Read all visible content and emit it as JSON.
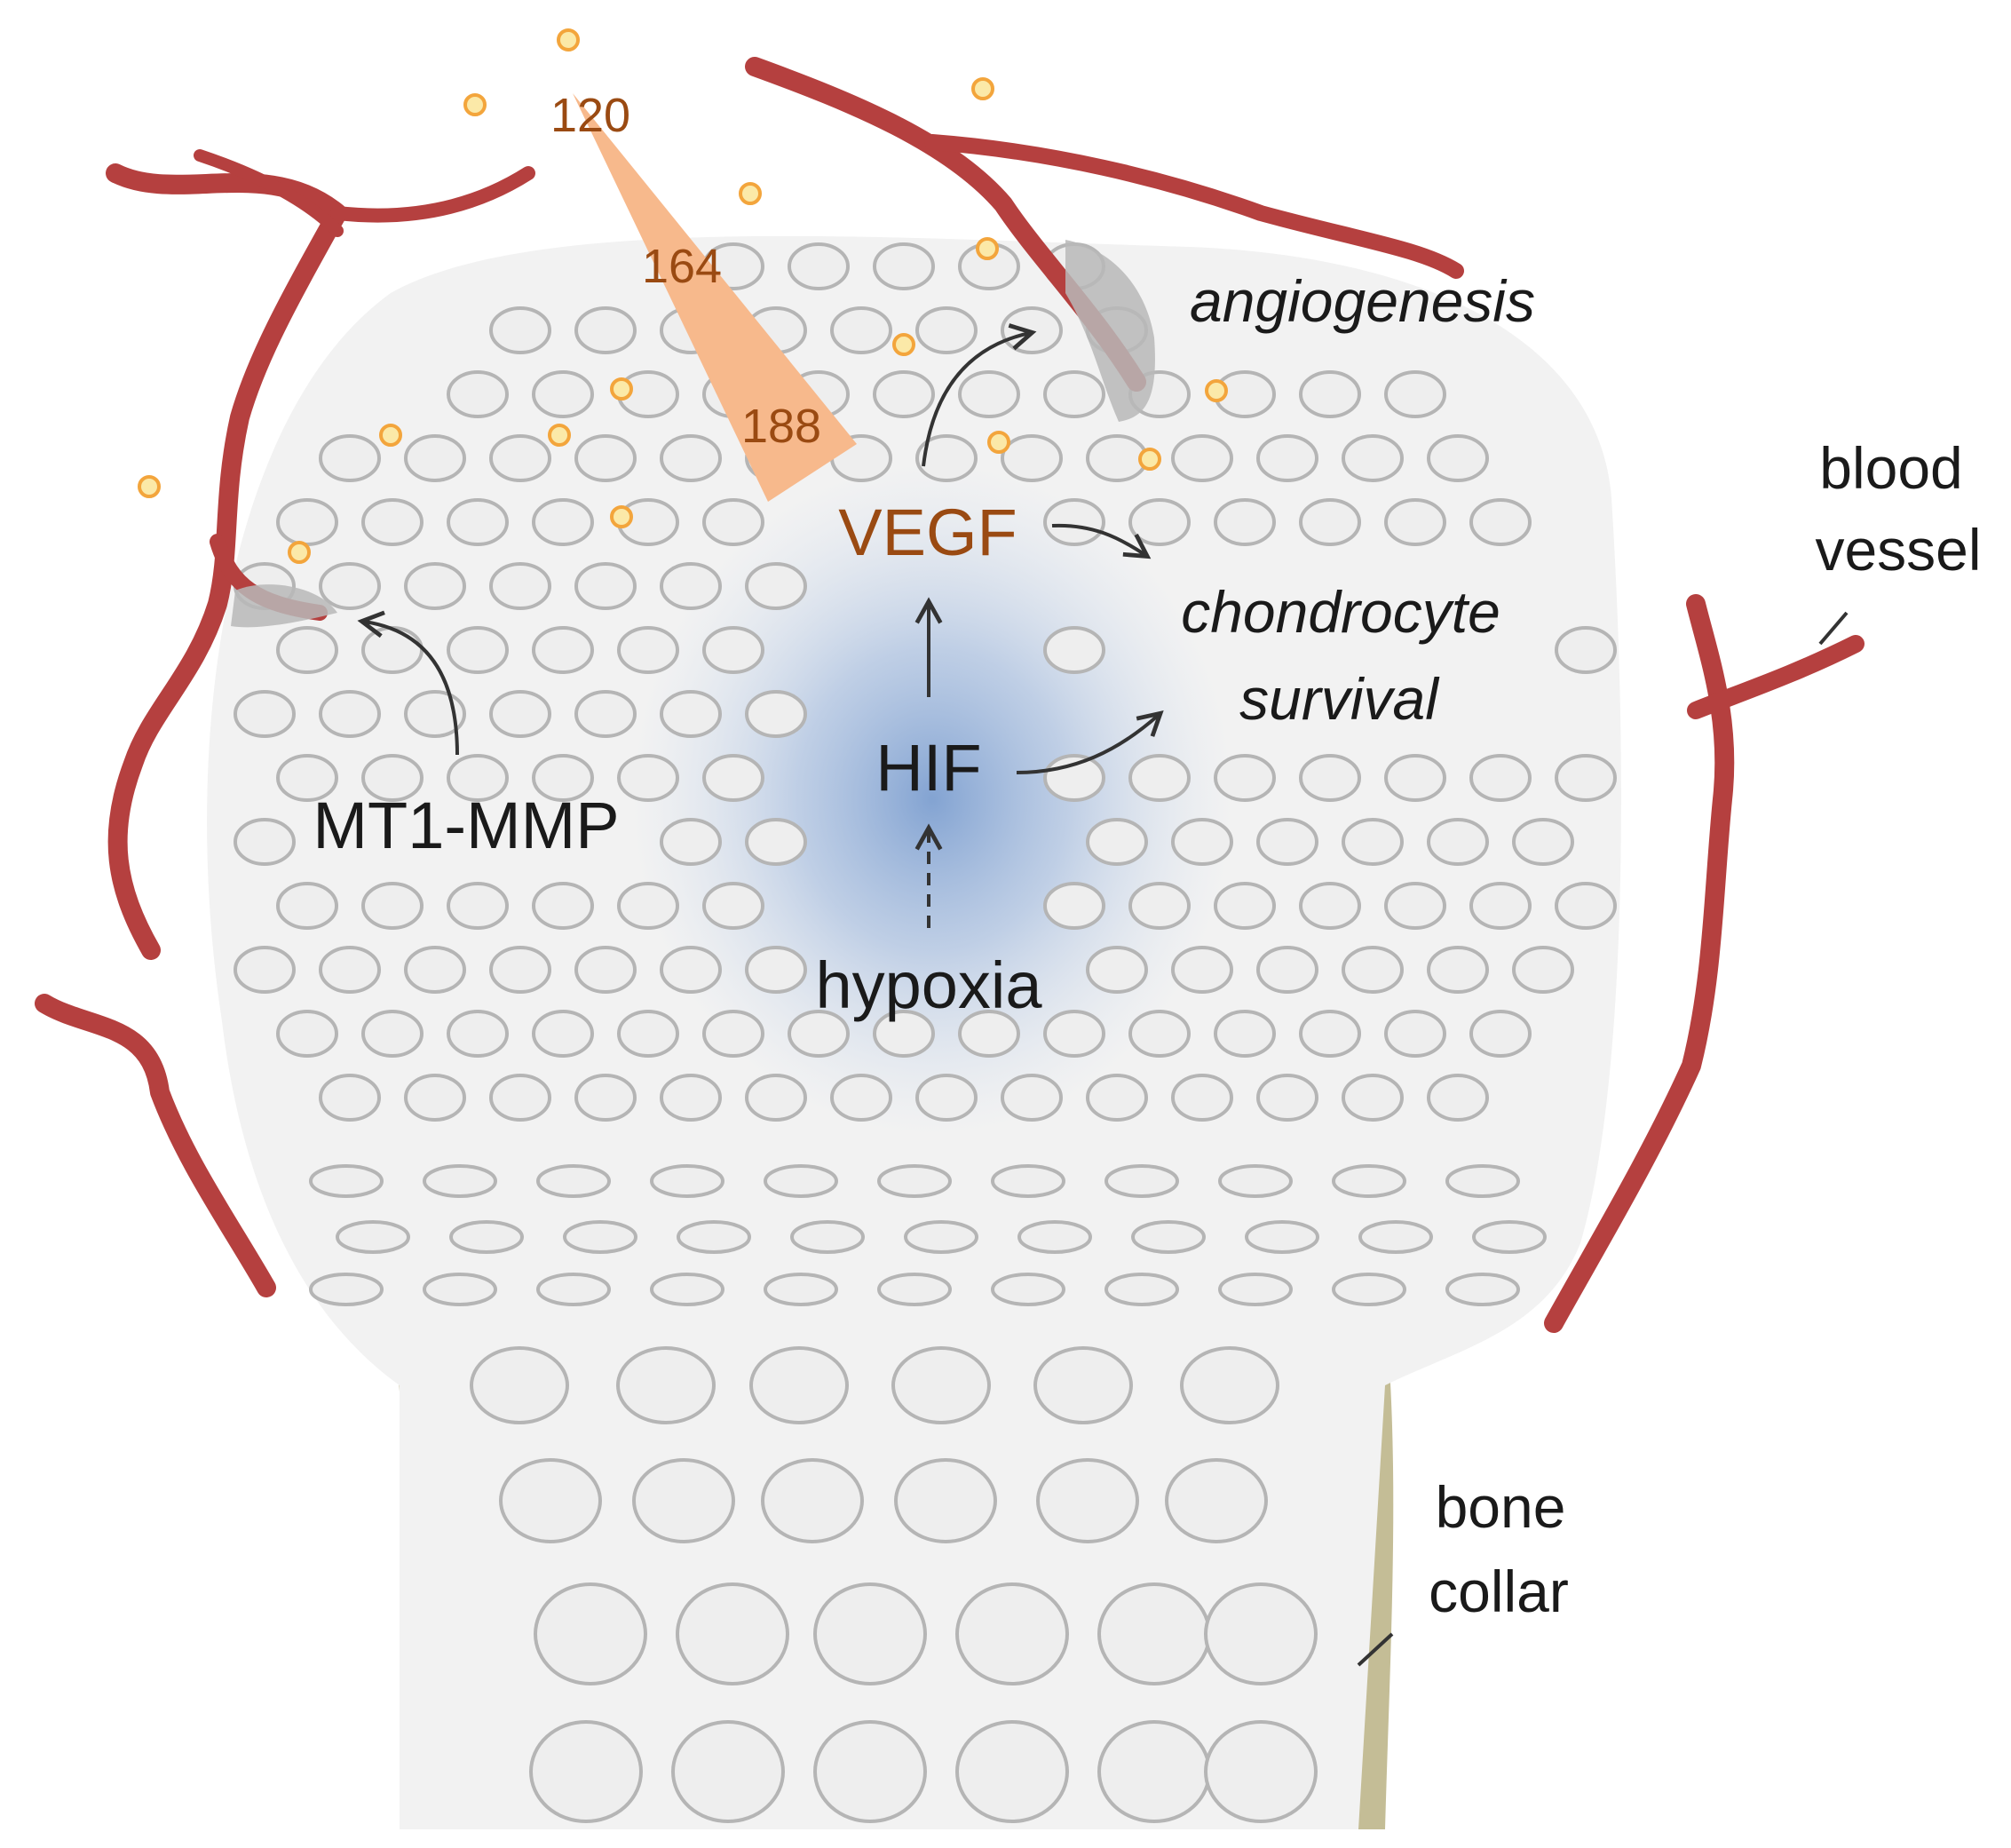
{
  "labels": {
    "vegf": "VEGF",
    "hif": "HIF",
    "hypoxia": "hypoxia",
    "mt1_mmp": "MT1-MMP",
    "angiogenesis": "angiogenesis",
    "chondrocyte": "chondrocyte",
    "survival": "survival",
    "blood": "blood",
    "vessel": "vessel",
    "bone": "bone",
    "collar": "collar"
  },
  "isoforms": [
    "120",
    "164",
    "188"
  ],
  "colors": {
    "vessel": "#b5403f",
    "vegf_text": "#9a4a12",
    "isoform_wedge": "#f7b98c",
    "vegf_dot": "#f3a53c",
    "cartilage": "#f2f2f2",
    "cell_fill": "#eeeeee",
    "cell_stroke": "#b5b5b5",
    "bone_collar": "#c4bd96",
    "hypoxia_glow": "#7d9fd0"
  }
}
